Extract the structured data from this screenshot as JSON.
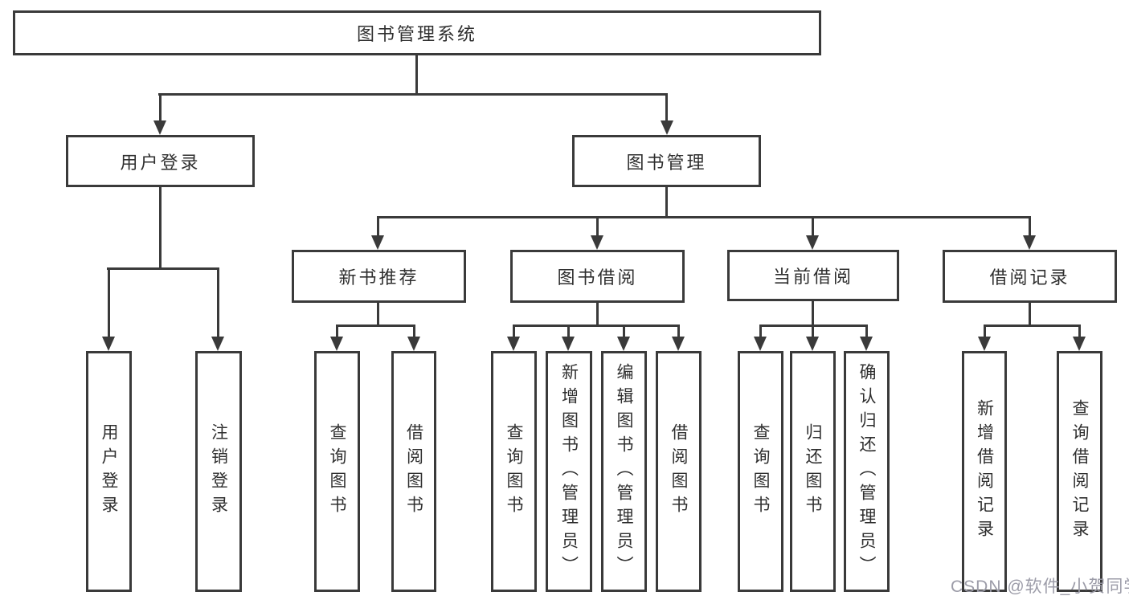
{
  "tree": {
    "label": "图书管理系统",
    "children": [
      {
        "label": "用户登录",
        "children": [
          {
            "label": "用户登录"
          },
          {
            "label": "注销登录"
          }
        ]
      },
      {
        "label": "图书管理",
        "children": [
          {
            "label": "新书推荐",
            "children": [
              {
                "label": "查询图书"
              },
              {
                "label": "借阅图书"
              }
            ]
          },
          {
            "label": "图书借阅",
            "children": [
              {
                "label": "查询图书"
              },
              {
                "label": "新增图书（管理员）"
              },
              {
                "label": "编辑图书（管理员）"
              },
              {
                "label": "借阅图书"
              }
            ]
          },
          {
            "label": "当前借阅",
            "children": [
              {
                "label": "查询图书"
              },
              {
                "label": "归还图书"
              },
              {
                "label": "确认归还（管理员）"
              }
            ]
          },
          {
            "label": "借阅记录",
            "children": [
              {
                "label": "新增借阅记录"
              },
              {
                "label": "查询借阅记录"
              }
            ]
          }
        ]
      }
    ]
  },
  "watermark": {
    "text": "CSDN @软件_小贺同学"
  },
  "colors": {
    "line": "#3a3a3a",
    "text": "#2f2f2f",
    "background": "#ffffff",
    "watermark": "#9c9ca8"
  }
}
